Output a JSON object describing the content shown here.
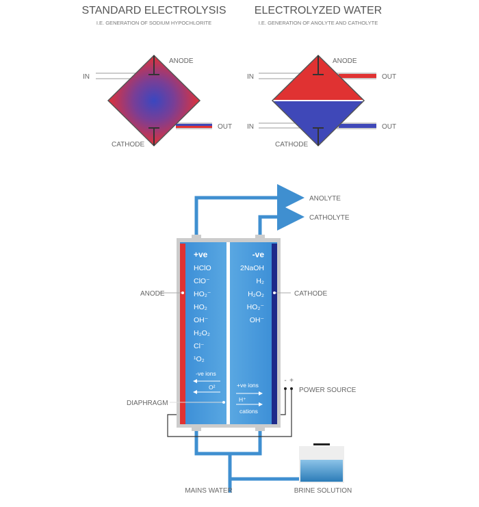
{
  "standard": {
    "title": "STANDARD ELECTROLYSIS",
    "subtitle": "I.E. GENERATION OF SODIUM HYPOCHLORITE",
    "anode": "ANODE",
    "cathode": "CATHODE",
    "in": "IN",
    "out": "OUT"
  },
  "electrolyzed": {
    "title": "ELECTROLYZED WATER",
    "subtitle": "I.E. GENERATION OF ANOLYTE AND CATHOLYTE",
    "anode": "ANODE",
    "cathode": "CATHODE",
    "in_top": "IN",
    "in_bottom": "IN",
    "out_top": "OUT",
    "out_bottom": "OUT"
  },
  "cell": {
    "anolyte": "ANOLYTE",
    "catholyte": "CATHOLYTE",
    "anode": "ANODE",
    "cathode": "CATHODE",
    "diaphragm": "DIAPHRAGM",
    "power_source": "POWER SOURCE",
    "minus": "-",
    "plus": "+",
    "mains_water": "MAINS WATER",
    "brine_solution": "BRINE SOLUTION",
    "anode_side": [
      "+ve",
      "HClO",
      "ClO⁻",
      "HO₂⁻",
      "HO₂",
      "OH⁻",
      "H₂O₂",
      "Cl⁻",
      "¹O₂"
    ],
    "cathode_side": [
      "-ve",
      "2NaOH",
      "H₂",
      "H₂O₂",
      "HO₂⁻",
      "OH⁻"
    ],
    "neg_ions": "-ve ions",
    "o2": "O²",
    "pos_ions": "+ve ions",
    "h_plus": "H⁺",
    "cations": "cations"
  },
  "colors": {
    "red": "#e03232",
    "blue": "#3f48b8",
    "pipe": "#3f8fd0",
    "dark_blue": "#1e2a8a"
  }
}
